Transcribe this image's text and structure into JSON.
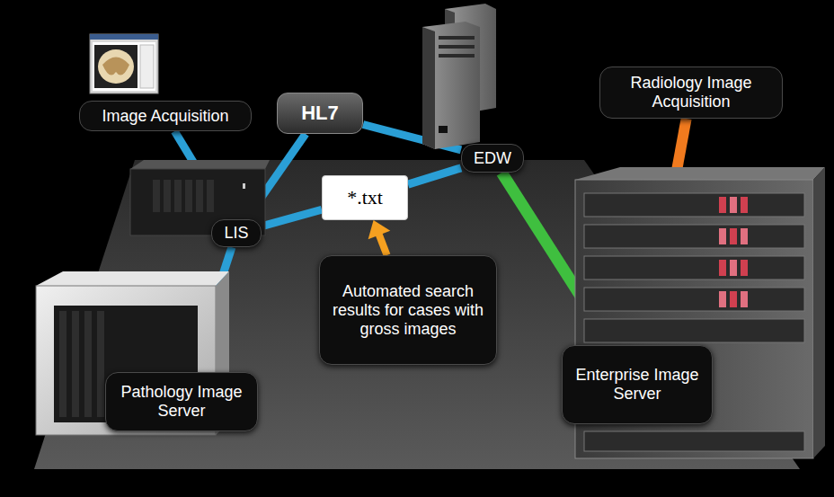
{
  "diagram": {
    "nodes": [
      {
        "text": [
          "Image Acquisition"
        ]
      },
      {
        "text": [
          "HL7"
        ]
      },
      {
        "text": [
          "EDW"
        ]
      },
      {
        "text": [
          "Radiology Image Acquisition"
        ]
      },
      {
        "text": [
          "LIS"
        ]
      },
      {
        "text": [
          "*.txt"
        ]
      },
      {
        "text": [
          "Automated search results for cases with gross images"
        ]
      },
      {
        "text": [
          "Pathology Image Server"
        ]
      },
      {
        "text": [
          "Enterprise Image Server"
        ]
      }
    ],
    "edges": [
      {
        "from": 0,
        "to": 4,
        "arrow": "none"
      },
      {
        "from": 4,
        "to": 1,
        "arrow": "none"
      },
      {
        "from": 1,
        "to": 2,
        "arrow": "none"
      },
      {
        "from": 4,
        "to": 5,
        "arrow": "none"
      },
      {
        "from": 5,
        "to": 2,
        "arrow": "none"
      },
      {
        "from": 4,
        "to": 7,
        "arrow": "none"
      },
      {
        "from": 2,
        "to": 8,
        "arrow": "none"
      },
      {
        "from": 3,
        "to": 8,
        "arrow": "none"
      },
      {
        "from": 6,
        "to": 5,
        "arrow": "to"
      }
    ]
  }
}
